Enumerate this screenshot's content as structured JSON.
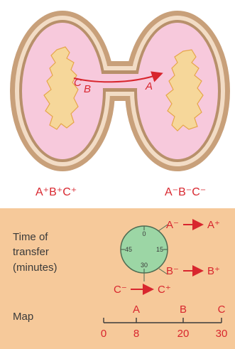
{
  "cells": {
    "donor_label": "A⁺B⁺C⁺",
    "recipient_label": "A⁻B⁻C⁻",
    "bridge_letters": [
      "C",
      "B",
      "A"
    ]
  },
  "timing": {
    "axis_label_lines": [
      "Time of",
      "transfer",
      "(minutes)"
    ],
    "clock_marks": [
      "0",
      "15",
      "30",
      "45"
    ],
    "transfers": [
      {
        "from": "A⁻",
        "to": "A⁺"
      },
      {
        "from": "B⁻",
        "to": "B⁺"
      },
      {
        "from": "C⁻",
        "to": "C⁺"
      }
    ]
  },
  "map": {
    "label": "Map",
    "genes": [
      "A",
      "B",
      "C"
    ],
    "ticks": [
      "0",
      "8",
      "20",
      "30"
    ]
  },
  "colors": {
    "accent_red": "#d8262e",
    "cell_wall_tan": "#c9a27b",
    "cell_interior_pink": "#f7c9dc",
    "nucleoid_orange": "#f6d79a",
    "panel_bg": "#f6c99a",
    "clock_green": "#9cd6a5"
  }
}
